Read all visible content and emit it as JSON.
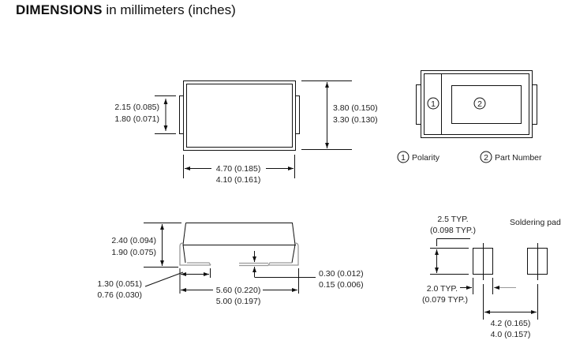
{
  "title": {
    "bold": "DIMENSIONS",
    "rest": " in millimeters (inches)"
  },
  "top_view": {
    "height_lead": {
      "max": "2.15 (0.085)",
      "min": "1.80 (0.071)"
    },
    "height_body": {
      "max": "3.80 (0.150)",
      "min": "3.30 (0.130)"
    },
    "width_body": {
      "max": "4.70 (0.185)",
      "min": "4.10 (0.161)"
    }
  },
  "marking_view": {
    "marker_1": "1",
    "marker_2": "2",
    "legend": [
      {
        "num": "1",
        "label": "Polarity"
      },
      {
        "num": "2",
        "label": "Part Number"
      }
    ]
  },
  "side_view": {
    "height": {
      "max": "2.40 (0.094)",
      "min": "1.90 (0.075)"
    },
    "lead_length": {
      "max": "1.30 (0.051)",
      "min": "0.76 (0.030)"
    },
    "overall_length": {
      "max": "5.60 (0.220)",
      "min": "5.00 (0.197)"
    },
    "lead_thickness": {
      "max": "0.30 (0.012)",
      "min": "0.15 (0.006)"
    }
  },
  "soldering_pad": {
    "title": "Soldering pad",
    "pad_height": {
      "line1": "2.5 TYP.",
      "line2": "(0.098 TYP.)"
    },
    "pad_width": {
      "line1": "2.0 TYP.",
      "line2": "(0.079 TYP.)"
    },
    "pitch": {
      "max": "4.2 (0.165)",
      "min": "4.0 (0.157)"
    }
  }
}
